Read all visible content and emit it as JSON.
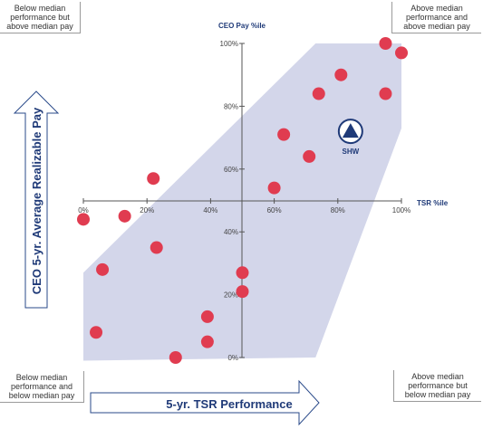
{
  "quadrants": {
    "top_left": "Below median performance but above median pay",
    "top_right": "Above median performance and above median pay",
    "bottom_left": "Below median performance and below median pay",
    "bottom_right": "Above median performance but below median pay"
  },
  "colors": {
    "axis_text": "#1f3a78",
    "band": "#d3d6ea",
    "peer_marker": "#e03c50",
    "company_marker": "#1f3a78",
    "arrow": "#2a4a8a"
  },
  "chart_data": {
    "type": "scatter",
    "xlabel": "TSR %ile",
    "ylabel": "CEO Pay %ile",
    "x_axis_title": "5-yr. TSR Performance",
    "y_axis_title": "CEO 5-yr. Average Realizable Pay",
    "xlim": [
      0,
      100
    ],
    "ylim": [
      0,
      100
    ],
    "x_ticks": [
      "0%",
      "20%",
      "40%",
      "60%",
      "80%",
      "100%"
    ],
    "y_ticks": [
      "0%",
      "20%",
      "40%",
      "60%",
      "80%",
      "100%"
    ],
    "band": {
      "lower": [
        [
          0,
          -1
        ],
        [
          73,
          0
        ],
        [
          100,
          73
        ]
      ],
      "upper": [
        [
          0,
          27
        ],
        [
          73,
          100
        ],
        [
          100,
          100
        ]
      ]
    },
    "series": [
      {
        "points": [
          [
            0,
            44
          ],
          [
            13,
            45
          ],
          [
            6,
            28
          ],
          [
            4,
            8
          ],
          [
            22,
            57
          ],
          [
            23,
            35
          ],
          [
            29,
            0
          ],
          [
            39,
            13
          ],
          [
            39,
            5
          ],
          [
            50,
            21
          ],
          [
            50,
            27
          ],
          [
            60,
            54
          ],
          [
            63,
            71
          ],
          [
            71,
            64
          ],
          [
            74,
            84
          ],
          [
            81,
            90
          ],
          [
            95,
            100
          ],
          [
            95,
            84
          ],
          [
            100,
            97
          ]
        ]
      }
    ],
    "highlight": {
      "label": "SHW",
      "x": 84,
      "y": 72
    }
  }
}
